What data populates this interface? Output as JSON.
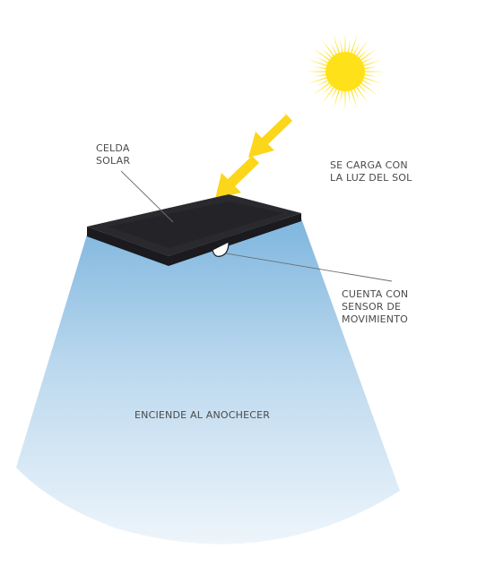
{
  "labels": {
    "solar_cell": [
      "CELDA",
      "SOLAR"
    ],
    "charge": [
      "SE CARGA CON",
      "LA LUZ DEL SOL"
    ],
    "sensor": [
      "CUENTA CON",
      "SENSOR DE",
      "MOVIMIENTO"
    ],
    "night": "ENCIENDE AL ANOCHECER"
  },
  "icons": {
    "sun": "sun-icon",
    "arrows": "sunlight-arrow-icon",
    "panel": "solar-panel-icon",
    "sensor": "motion-sensor-icon"
  },
  "colors": {
    "sun": "#FFE11A",
    "arrow": "#FBD61A",
    "panel_frame": "#1B1A1E",
    "panel_cell": "#242428",
    "light_top": "#7EB6DE",
    "light_bottom": "#EEF5FB",
    "text": "#4A4A4A",
    "leader": "#6E6E6E"
  }
}
